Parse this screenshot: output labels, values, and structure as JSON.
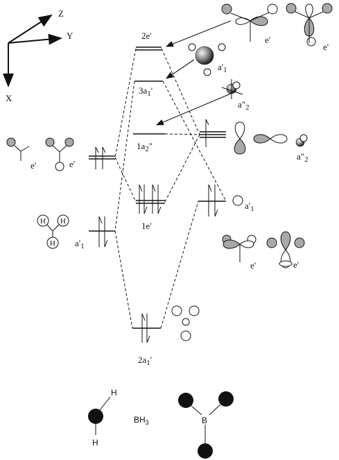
{
  "axes": {
    "x": "X",
    "y": "Y",
    "z": "Z"
  },
  "mo_labels": {
    "e2": "2e'",
    "a3": "3a",
    "a3_sub": "1",
    "a3_sup": "'",
    "a2": "1a",
    "a2_sub": "2",
    "a2_sup": "\"",
    "e1": "1e'",
    "a2a": "2a",
    "a2a_sub": "1",
    "a2a_sup": "'"
  },
  "left_labels": {
    "e_first": "e'",
    "e_second": "e'",
    "a1": "a'",
    "a1_sub": "1"
  },
  "right_labels": {
    "e_top": "e'",
    "e_top2": "e'",
    "a1_top": "a'",
    "a1_top_sub": "1",
    "a2_top": "a\"",
    "a2_top_sub": "2",
    "a2_mid": "a\"",
    "a2_mid_sub": "2",
    "a1_mid": "a'",
    "a1_mid_sub": "1",
    "e_bottom": "e'",
    "e_bottom2": "e'"
  },
  "h_atoms": [
    "H",
    "H",
    "H"
  ],
  "bottom": {
    "h_top": "H",
    "h_bottom": "H",
    "formula": "BH",
    "formula_sub": "3",
    "center_atom": "B"
  }
}
